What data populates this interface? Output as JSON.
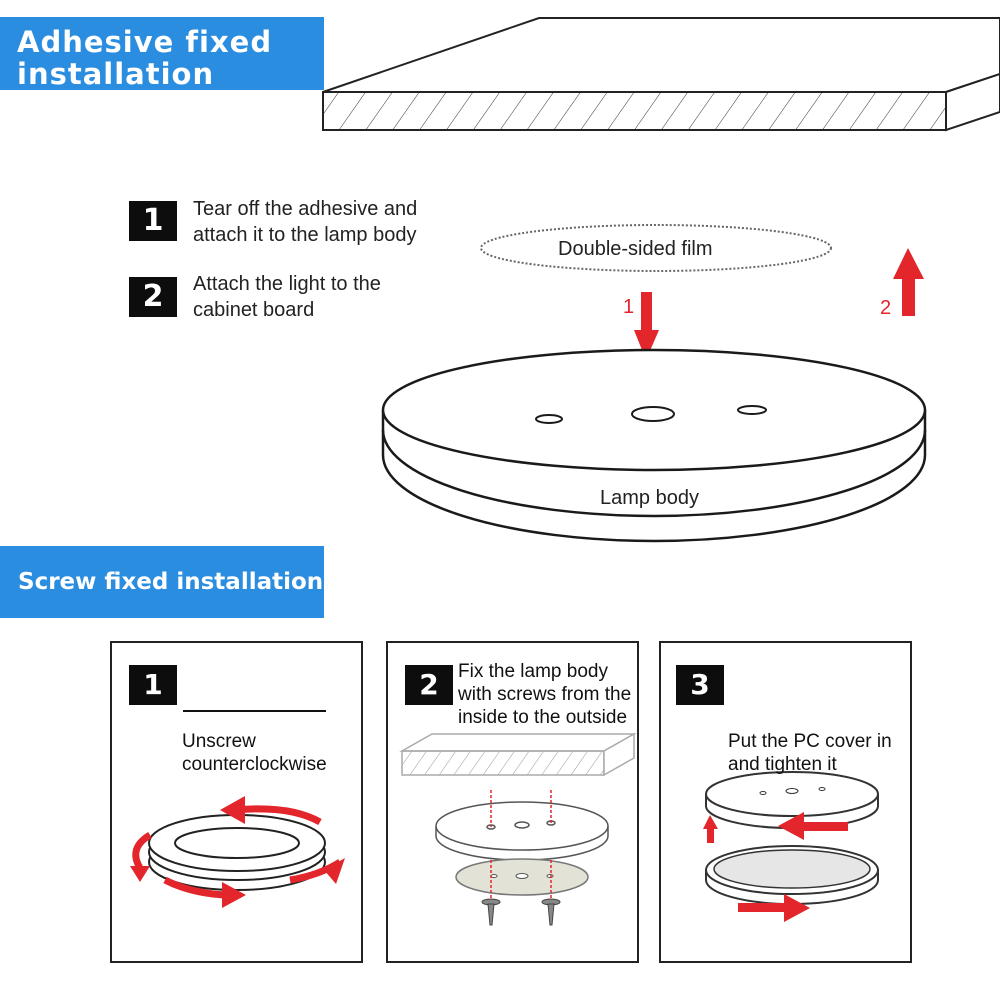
{
  "headings": {
    "adhesive": "Adhesive fixed installation",
    "screw": "Screw fixed installation"
  },
  "adhesive_steps": [
    {
      "number": "1",
      "text": "Tear off the adhesive and attach it to the lamp body"
    },
    {
      "number": "2",
      "text": "Attach the light to the cabinet board"
    }
  ],
  "diagram_labels": {
    "film": "Double-sided film",
    "lamp_body": "Lamp body",
    "arrow_1": "1",
    "arrow_2": "2"
  },
  "screw_steps": [
    {
      "number": "1",
      "text": "Unscrew counterclockwise"
    },
    {
      "number": "2",
      "text": "Fix the lamp body with screws from the inside to the outside"
    },
    {
      "number": "3",
      "text": "Put the PC cover in and tighten it"
    }
  ],
  "colors": {
    "banner": "#2b8de0",
    "badge": "#0d0d0d",
    "arrow": "#e3252c"
  }
}
